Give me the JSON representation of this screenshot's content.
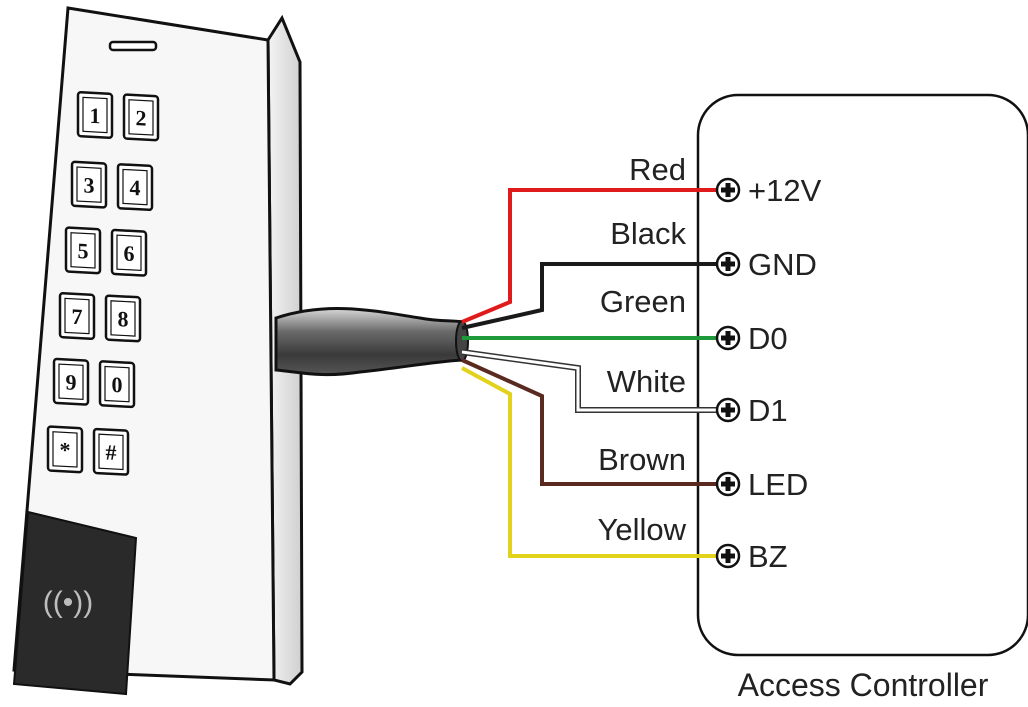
{
  "keypad": {
    "keys": [
      "1",
      "2",
      "3",
      "4",
      "5",
      "6",
      "7",
      "8",
      "9",
      "0",
      "*",
      "#"
    ],
    "rfid_symbol": "((•))"
  },
  "controller": {
    "title": "Access Controller"
  },
  "wires": [
    {
      "label": "Red",
      "terminal": "+12V",
      "color": "#e01b1b"
    },
    {
      "label": "Black",
      "terminal": "GND",
      "color": "#1a1a1a"
    },
    {
      "label": "Green",
      "terminal": "D0",
      "color": "#1e9a3a"
    },
    {
      "label": "White",
      "terminal": "D1",
      "color": "#ffffff"
    },
    {
      "label": "Brown",
      "terminal": "LED",
      "color": "#5a2a20"
    },
    {
      "label": "Yellow",
      "terminal": "BZ",
      "color": "#e3d21c"
    }
  ]
}
